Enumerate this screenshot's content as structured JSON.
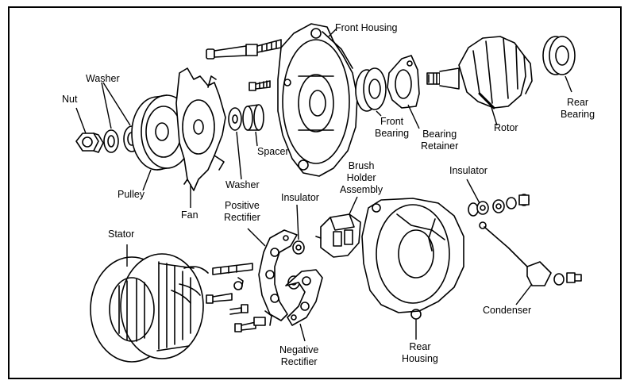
{
  "colors": {
    "ink": "#000000",
    "background": "#ffffff",
    "shade": "#9a9a9a"
  },
  "labels": {
    "nut": "Nut",
    "washer_top": "Washer",
    "pulley": "Pulley",
    "fan": "Fan",
    "washer_mid": "Washer",
    "spacer": "Spacer",
    "front_housing": "Front Housing",
    "front_bearing": [
      "Front",
      "Bearing"
    ],
    "bearing_retainer": [
      "Bearing",
      "Retainer"
    ],
    "rotor": "Rotor",
    "rear_bearing": [
      "Rear",
      "Bearing"
    ],
    "stator": "Stator",
    "positive_rectifier": [
      "Positive",
      "Rectifier"
    ],
    "insulator_mid": "Insulator",
    "brush_holder": [
      "Brush",
      "Holder",
      "Assembly"
    ],
    "insulator_right": "Insulator",
    "rear_housing": [
      "Rear",
      "Housing"
    ],
    "negative_rectifier": [
      "Negative",
      "Rectifier"
    ],
    "condenser": "Condenser"
  }
}
